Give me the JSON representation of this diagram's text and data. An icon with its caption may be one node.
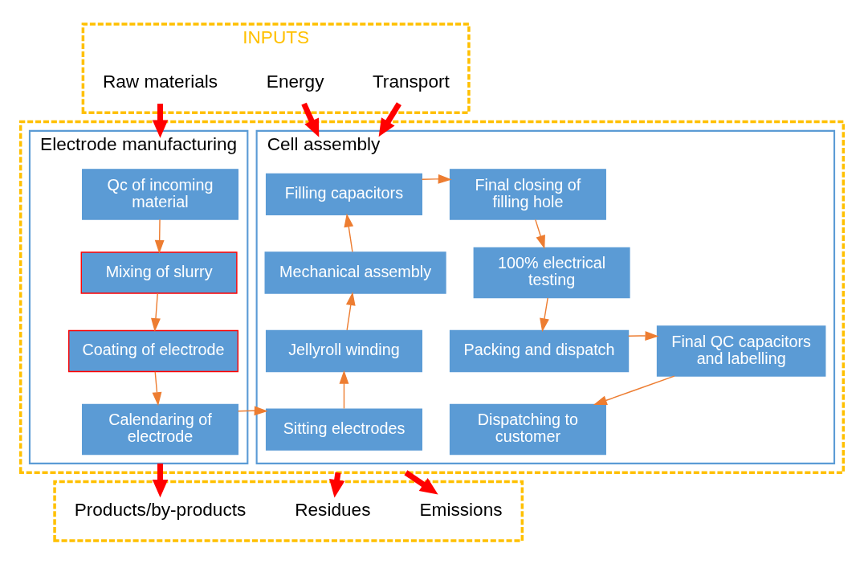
{
  "diagram": {
    "nodes": [
      {
        "text": [
          "INPUTS"
        ]
      },
      {
        "text": [
          "Raw materials"
        ],
        "in": 0
      },
      {
        "text": [
          "Energy"
        ],
        "in": 0
      },
      {
        "text": [
          "Transport"
        ],
        "in": 0
      },
      {
        "text": [],
        "shape": "box"
      },
      {
        "text": [
          "Electrode manufacturing"
        ],
        "in": 4
      },
      {
        "text": [
          "Qc of incoming material"
        ],
        "in": 5
      },
      {
        "text": [
          "Mixing of slurry"
        ],
        "in": 5
      },
      {
        "text": [
          "Coating of electrode"
        ],
        "in": 5
      },
      {
        "text": [
          "Calendaring of electrode"
        ],
        "in": 5
      },
      {
        "text": [
          "Cell assembly"
        ],
        "in": 4
      },
      {
        "text": [
          "Sitting electrodes"
        ],
        "in": 10
      },
      {
        "text": [
          "Jellyroll winding"
        ],
        "in": 10
      },
      {
        "text": [
          "Mechanical assembly"
        ],
        "in": 10
      },
      {
        "text": [
          "Filling capacitors"
        ],
        "in": 10
      },
      {
        "text": [
          "Final closing of filling hole"
        ],
        "in": 10
      },
      {
        "text": [
          "100% electrical testing"
        ],
        "in": 10
      },
      {
        "text": [
          "Packing and dispatch"
        ],
        "in": 10
      },
      {
        "text": [
          "Final QC capacitors and labelling"
        ],
        "in": 10
      },
      {
        "text": [
          "Dispatching to customer"
        ],
        "in": 10
      },
      {
        "text": [],
        "shape": "box"
      },
      {
        "text": [
          "Products/by-products"
        ],
        "in": 20
      },
      {
        "text": [
          "Residues"
        ],
        "in": 20
      },
      {
        "text": [
          "Emissions"
        ],
        "in": 20
      }
    ],
    "edges": [
      {
        "from": 1,
        "to": 5,
        "arrow": "to",
        "style": "thick",
        "color": "#ff0000"
      },
      {
        "from": 2,
        "to": 10,
        "arrow": "to",
        "style": "thick",
        "color": "#ff0000"
      },
      {
        "from": 3,
        "to": 10,
        "arrow": "to",
        "style": "thick",
        "color": "#ff0000"
      },
      {
        "from": 6,
        "to": 7,
        "arrow": "to"
      },
      {
        "from": 7,
        "to": 8,
        "arrow": "to"
      },
      {
        "from": 8,
        "to": 9,
        "arrow": "to"
      },
      {
        "from": 9,
        "to": 11,
        "arrow": "to"
      },
      {
        "from": 11,
        "to": 12,
        "arrow": "to"
      },
      {
        "from": 12,
        "to": 13,
        "arrow": "to"
      },
      {
        "from": 13,
        "to": 14,
        "arrow": "to"
      },
      {
        "from": 14,
        "to": 15,
        "arrow": "to"
      },
      {
        "from": 15,
        "to": 16,
        "arrow": "to"
      },
      {
        "from": 16,
        "to": 17,
        "arrow": "to"
      },
      {
        "from": 17,
        "to": 18,
        "arrow": "to"
      },
      {
        "from": 18,
        "to": 19,
        "arrow": "to"
      },
      {
        "from": 5,
        "to": 21,
        "arrow": "to",
        "style": "thick",
        "color": "#ff0000"
      },
      {
        "from": 4,
        "to": 22,
        "arrow": "to",
        "style": "thick",
        "color": "#ff0000"
      },
      {
        "from": 4,
        "to": 23,
        "arrow": "to",
        "style": "thick",
        "color": "#ff0000"
      }
    ]
  }
}
